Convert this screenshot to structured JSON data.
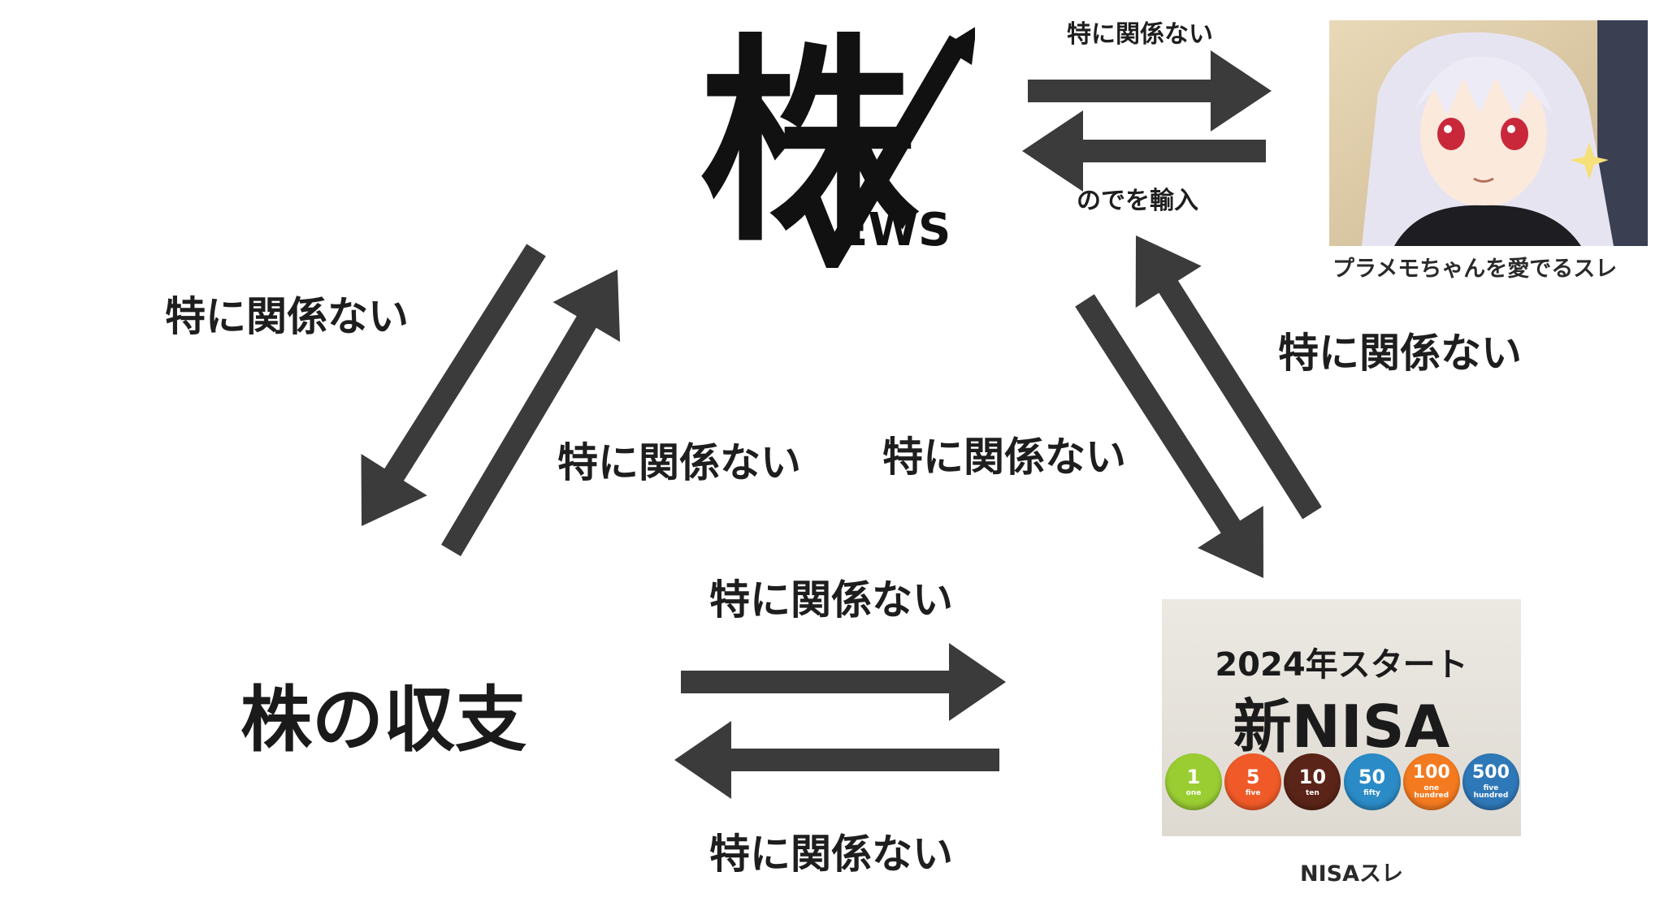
{
  "diagram": {
    "nodes": {
      "kabu_news": {
        "logo_char": "株",
        "logo_suffix": "EWS"
      },
      "plamemo": {
        "caption": "プラメモちゃんを愛でるスレ"
      },
      "nisa": {
        "caption": "NISAスレ",
        "panel_year": "2024年スタート",
        "panel_title": "新NISA",
        "coins": [
          {
            "num": "1",
            "sub": "one",
            "color": "#9acd32"
          },
          {
            "num": "5",
            "sub": "five",
            "color": "#f05a28"
          },
          {
            "num": "10",
            "sub": "ten",
            "color": "#5a2418"
          },
          {
            "num": "50",
            "sub": "fifty",
            "color": "#2b8bc6"
          },
          {
            "num": "100",
            "sub": "one hundred",
            "color": "#f47a20"
          },
          {
            "num": "500",
            "sub": "five hundred",
            "color": "#2f78b8"
          }
        ]
      },
      "kabu_shushi": {
        "label": "株の収支"
      }
    },
    "edge_labels": {
      "news_to_plamemo": "特に関係ない",
      "plamemo_to_news": "のでを輸入",
      "news_to_shushi": "特に関係ない",
      "shushi_to_news": "特に関係ない",
      "news_to_nisa": "特に関係ない",
      "nisa_to_news": "特に関係ない",
      "shushi_to_nisa": "特に関係ない",
      "nisa_to_shushi": "特に関係ない"
    },
    "arrow_color": "#3b3b3b"
  }
}
